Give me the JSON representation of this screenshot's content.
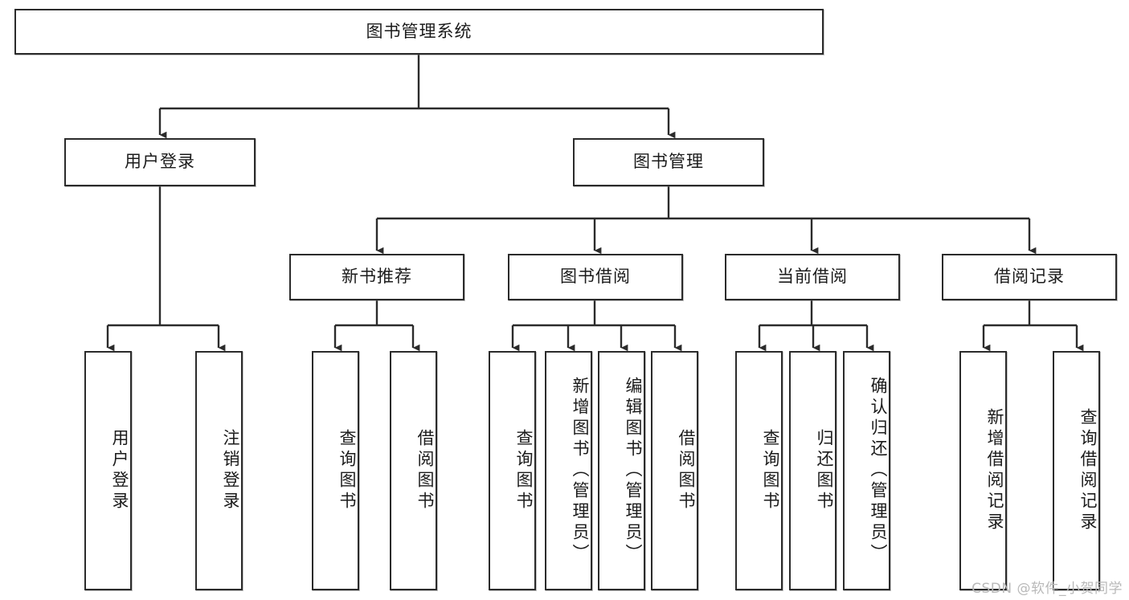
{
  "diagram": {
    "type": "hierarchy-tree",
    "title": "图书管理系统",
    "orientation": "top-down",
    "colors": {
      "box_border": "#2b2b2b",
      "box_fill": "#ffffff",
      "connector": "#2b2b2b",
      "text": "#1b1b1b",
      "watermark": "#b9b9b9"
    }
  },
  "root": {
    "label": "图书管理系统"
  },
  "level2": [
    {
      "label": "用户登录"
    },
    {
      "label": "图书管理"
    }
  ],
  "level3": [
    {
      "label": "新书推荐"
    },
    {
      "label": "图书借阅"
    },
    {
      "label": "当前借阅"
    },
    {
      "label": "借阅记录"
    }
  ],
  "leaves": {
    "user_login": [
      {
        "label": "用户登录"
      },
      {
        "label": "注销登录"
      }
    ],
    "new_book_recommend": [
      {
        "label": "查询图书"
      },
      {
        "label": "借阅图书"
      }
    ],
    "book_borrow": [
      {
        "label": "查询图书"
      },
      {
        "label": "新增图书（管理员）"
      },
      {
        "label": "编辑图书（管理员）"
      },
      {
        "label": "借阅图书"
      }
    ],
    "current_borrow": [
      {
        "label": "查询图书"
      },
      {
        "label": "归还图书"
      },
      {
        "label": "确认归还（管理员）"
      }
    ],
    "borrow_record": [
      {
        "label": "新增借阅记录"
      },
      {
        "label": "查询借阅记录"
      }
    ]
  },
  "watermark": {
    "text": "CSDN @软件_小贺同学"
  }
}
